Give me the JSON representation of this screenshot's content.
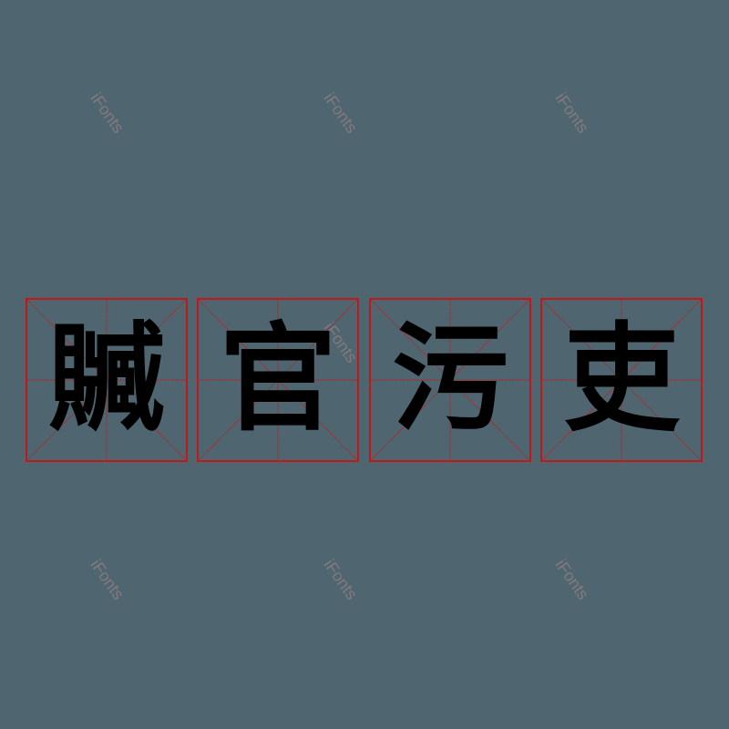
{
  "watermark": "iFonts",
  "characters": [
    "贓",
    "官",
    "污",
    "吏"
  ],
  "colors": {
    "background": "#4f6670",
    "grid": "#c0191c",
    "glyph": "#000000",
    "watermark": "#8a7e80"
  }
}
